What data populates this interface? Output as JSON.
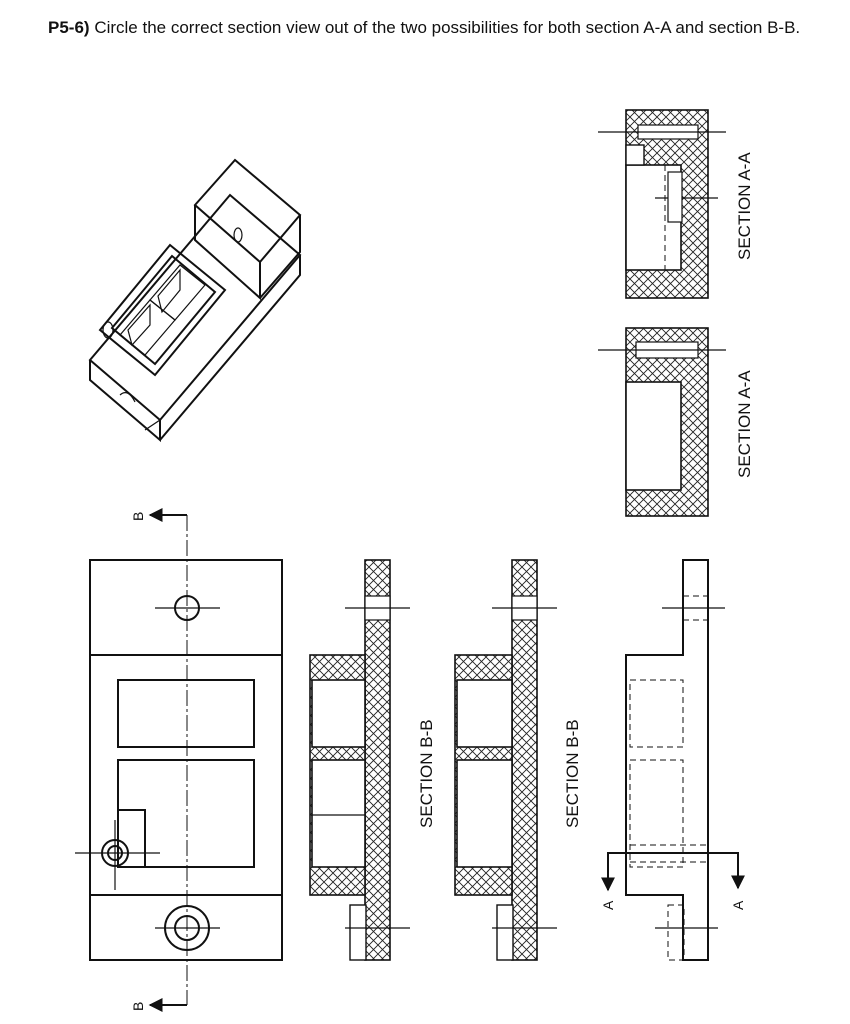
{
  "question": {
    "number": "P5-6)",
    "text": "Circle the correct section view out of the two possibilities for both section A-A and section B-B."
  },
  "labels": {
    "section_aa": "SECTION A-A",
    "section_bb": "SECTION B-B",
    "cut_a": "A",
    "cut_b": "B"
  }
}
